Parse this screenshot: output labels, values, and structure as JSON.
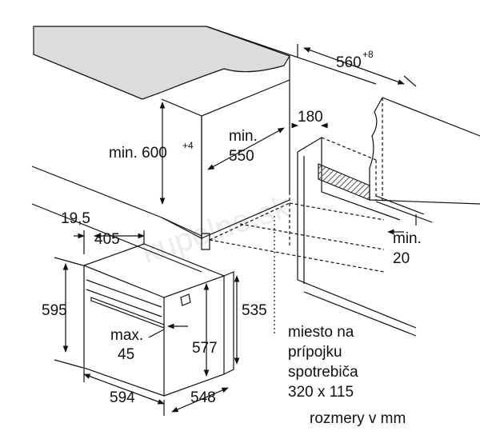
{
  "dimension_labels": {
    "niche_height": "min. 600",
    "niche_height_tol": "+4",
    "niche_depth": "min.",
    "niche_depth_val": "550",
    "niche_width": "560",
    "niche_width_tol": "+8",
    "socket_offset": "180",
    "bottom_gap": "min.",
    "bottom_gap_val": "20",
    "front_offset": "19,5",
    "panel_depth": "405",
    "oven_height": "595",
    "oven_body_height": "535",
    "oven_inner_height": "577",
    "handle_proj_a": "max.",
    "handle_proj_b": "45",
    "oven_width": "594",
    "oven_depth": "548"
  },
  "socket_note": [
    "miesto na",
    "prípojku",
    "spotrebiča",
    "320 x 115"
  ],
  "units_note": "rozmery v mm",
  "colors": {
    "line": "#111111",
    "countertop": "#dcdcdc",
    "hatch": "#555555"
  }
}
